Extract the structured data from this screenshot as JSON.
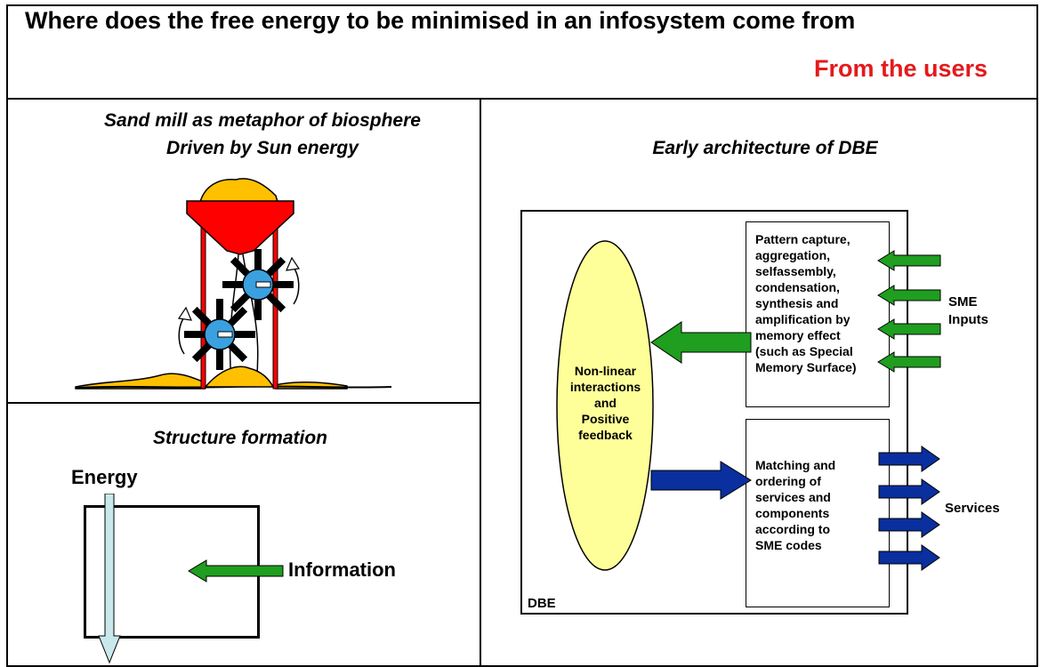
{
  "slide": {
    "title": "Where does the free energy to be minimised in an infosystem come from",
    "subtitle": "From the users"
  },
  "panels": {
    "sand_mill": {
      "caption_line1": "Sand mill as metaphor of biosphere",
      "caption_line2": "Driven by Sun energy"
    },
    "structure": {
      "caption": "Structure formation",
      "energy_label": "Energy",
      "information_label": "Information"
    },
    "dbe": {
      "caption": "Early architecture of DBE",
      "box_label": "DBE",
      "ellipse_text": [
        "Non-linear",
        "interactions",
        "and",
        "Positive",
        "feedback"
      ],
      "upper_box_text": [
        "Pattern capture,",
        "aggregation,",
        "selfassembly,",
        "condensation,",
        "synthesis and",
        "amplification by",
        "memory effect",
        "(such as Special",
        "Memory Surface)"
      ],
      "lower_box_text": [
        "Matching and",
        "ordering of",
        "services and",
        "components",
        "according to",
        "SME codes"
      ],
      "inputs_label": [
        "SME",
        "Inputs"
      ],
      "services_label": "Services"
    }
  },
  "colors": {
    "title_accent": "#e31a1c",
    "sand": "#ffc000",
    "funnel": "#ff0000",
    "wheel": "#3aa0e0",
    "green_arrow": "#1f9e1f",
    "blue_arrow": "#0a2f9e",
    "ellipse_fill": "#ffff99",
    "energy_arrow": "#c9e8ec"
  }
}
